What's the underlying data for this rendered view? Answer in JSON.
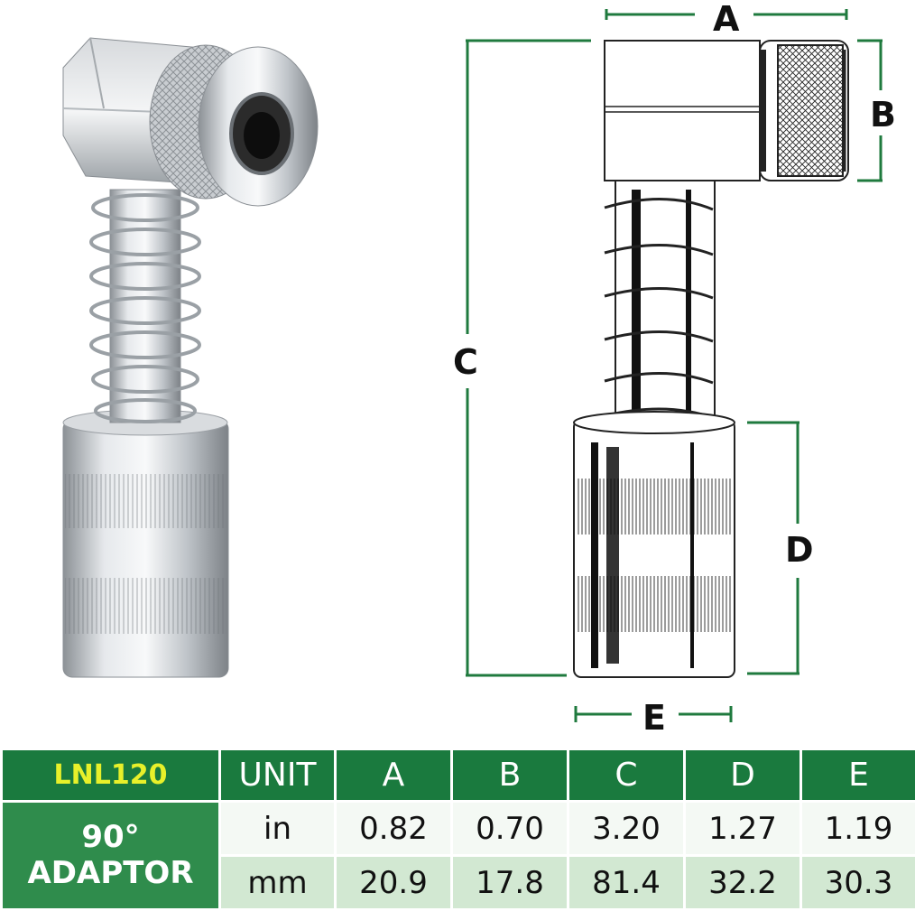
{
  "dimension_labels": {
    "a": "A",
    "b": "B",
    "c": "C",
    "d": "D",
    "e": "E"
  },
  "table": {
    "model": "LNL120",
    "product_line1": "90°",
    "product_line2": "ADAPTOR",
    "unit_header": "UNIT",
    "columns": [
      "A",
      "B",
      "C",
      "D",
      "E"
    ],
    "rows": [
      {
        "unit": "in",
        "values": [
          "0.82",
          "0.70",
          "3.20",
          "1.27",
          "1.19"
        ]
      },
      {
        "unit": "mm",
        "values": [
          "20.9",
          "17.8",
          "81.4",
          "32.2",
          "30.3"
        ]
      }
    ]
  },
  "colors": {
    "dimension_line": "#1f7a3e",
    "header_green": "#1a7a3e",
    "model_text": "#e8f02a",
    "row_in_bg": "#f4f9f4",
    "row_mm_bg": "#d2e8d2"
  }
}
